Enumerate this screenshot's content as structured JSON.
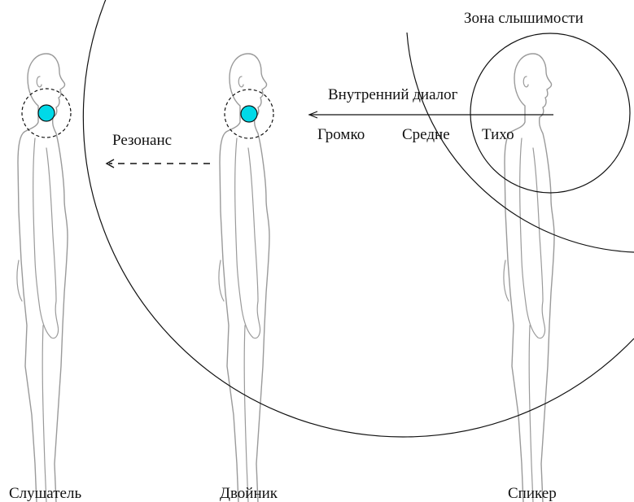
{
  "labels": {
    "listener": "Слушатель",
    "double": "Двойник",
    "speaker": "Спикер",
    "resonance": "Резонанс",
    "inner_dialog": "Внутренний диалог",
    "loud": "Громко",
    "medium": "Средне",
    "quiet": "Тихо",
    "hearing_zone": "Зона слышимости"
  },
  "colors": {
    "throat_dot": "#00d9e8",
    "figure_outline": "#9a9a9a",
    "line": "#111111"
  }
}
